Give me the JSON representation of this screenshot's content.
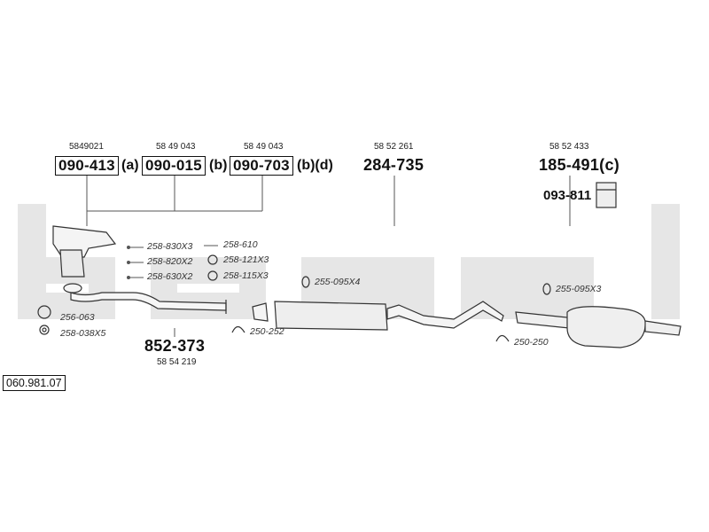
{
  "diagram": {
    "reference_number": "060.981.07",
    "background_watermark_color": "#e6e6e6",
    "line_color": "#555555",
    "top_groups": [
      {
        "oem": "5849021",
        "part": "090-413",
        "suffix": "(a)"
      },
      {
        "oem": "58 49 043",
        "part": "090-015",
        "suffix": "(b)"
      },
      {
        "oem": "58 49 043",
        "part": "090-703",
        "suffix": "(b)(d)"
      }
    ],
    "center_part": {
      "oem": "58 52 261",
      "part": "284-735"
    },
    "rear_part": {
      "oem": "58 52 433",
      "part": "185-491(c)",
      "mount": "093-811"
    },
    "pipe_part": {
      "part": "852-373",
      "oem": "58 54 219"
    },
    "small_parts_left": [
      "258-830X3",
      "258-820X2",
      "258-630X2"
    ],
    "small_parts_right": [
      "258-610",
      "258-121X3",
      "258-115X3"
    ],
    "gasket_parts": [
      "256-063",
      "258-038X5"
    ],
    "clamps": [
      "250-252",
      "250-250"
    ],
    "hangers": [
      "255-095X4",
      "255-095X3"
    ]
  }
}
